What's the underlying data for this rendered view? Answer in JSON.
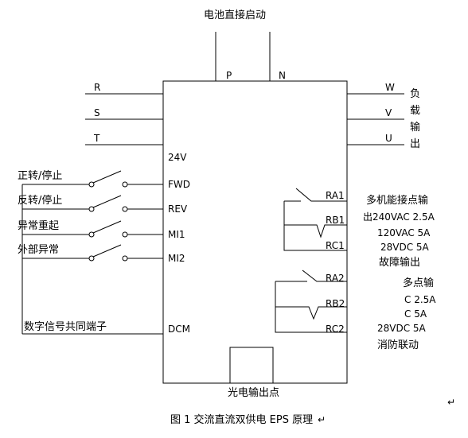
{
  "top_label": "电池直接启动",
  "dc_terminals": [
    "P",
    "N"
  ],
  "input_terminals": [
    "R",
    "S",
    "T"
  ],
  "output_terminals": [
    "W",
    "V",
    "U"
  ],
  "load_output_label": [
    "负",
    "载",
    "输",
    "出"
  ],
  "terminal_24v": "24V",
  "switch_terminals": [
    "FWD",
    "REV",
    "MI1",
    "MI2"
  ],
  "switch_labels": [
    "正转/停止",
    "反转/停止",
    "异常重起",
    "外部异常"
  ],
  "common_terminal": "DCM",
  "common_label": "数字信号共同端子",
  "relay1_terminals": [
    "RA1",
    "RB1",
    "RC1"
  ],
  "relay2_terminals": [
    "RA2",
    "RB2",
    "RC2"
  ],
  "relay1_text": [
    "多机能接点输",
    "出240VAC 2.5A",
    "120VAC 5A",
    "28VDC 5A",
    "故障输出"
  ],
  "relay2_text": [
    "多点输",
    "C 2.5A",
    "C 5A",
    "28VDC 5A",
    "消防联动"
  ],
  "bottom_label": "光电输出点",
  "caption": "图 1 交流直流双供电 EPS 原理",
  "caption_mark": "↵",
  "side_mark": "↵"
}
